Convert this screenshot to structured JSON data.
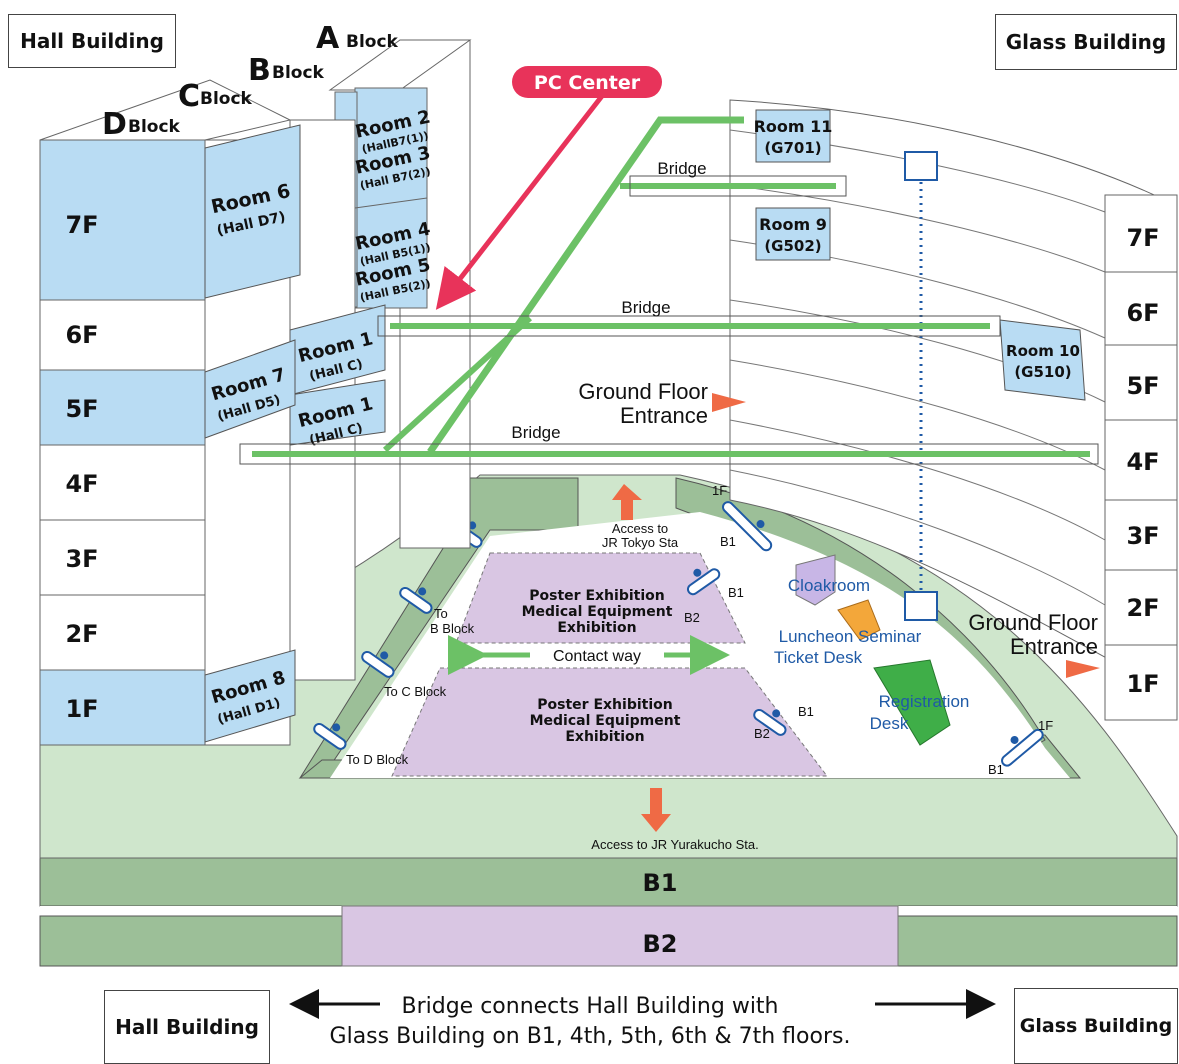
{
  "buildings": {
    "hall_top": "Hall Building",
    "glass_top": "Glass Building",
    "hall_bottom": "Hall Building",
    "glass_bottom": "Glass Building"
  },
  "blocks": [
    {
      "letter": "A",
      "word": "Block"
    },
    {
      "letter": "B",
      "word": "Block"
    },
    {
      "letter": "C",
      "word": "Block"
    },
    {
      "letter": "D",
      "word": "Block"
    }
  ],
  "pc_center": "PC Center",
  "hall_floors": [
    "7F",
    "6F",
    "5F",
    "4F",
    "3F",
    "2F",
    "1F"
  ],
  "glass_floors": [
    "7F",
    "6F",
    "5F",
    "4F",
    "3F",
    "2F",
    "1F"
  ],
  "basement": [
    "B1",
    "B2"
  ],
  "rooms": {
    "room2": {
      "name": "Room 2",
      "hall": "(HallB7(1))"
    },
    "room3": {
      "name": "Room 3",
      "hall": "(Hall B7(2))"
    },
    "room4": {
      "name": "Room 4",
      "hall": "(Hall B5(1))"
    },
    "room5": {
      "name": "Room 5",
      "hall": "(Hall B5(2))"
    },
    "room6": {
      "name": "Room 6",
      "hall": "(Hall D7)"
    },
    "room1a": {
      "name": "Room 1",
      "hall": "(Hall C)"
    },
    "room1b": {
      "name": "Room 1",
      "hall": "(Hall C)"
    },
    "room7": {
      "name": "Room 7",
      "hall": "(Hall D5)"
    },
    "room8": {
      "name": "Room 8",
      "hall": "(Hall D1)"
    },
    "room11": {
      "name": "Room 11",
      "hall": "(G701)"
    },
    "room9": {
      "name": "Room 9",
      "hall": "(G502)"
    },
    "room10": {
      "name": "Room 10",
      "hall": "(G510)"
    }
  },
  "bridges": [
    "Bridge",
    "Bridge",
    "Bridge"
  ],
  "entrance_upper": {
    "line1": "Ground Floor",
    "line2": "Entrance"
  },
  "entrance_lower": {
    "line1": "Ground Floor",
    "line2": "Entrance"
  },
  "access": {
    "tokyo_line1": "Access to",
    "tokyo_line2": "JR Tokyo Sta",
    "yurakucho": "Access to JR Yurakucho Sta."
  },
  "exhibition": {
    "upper": [
      "Poster Exhibition",
      "Medical Equipment",
      "Exhibition"
    ],
    "lower": [
      "Poster Exhibition",
      "Medical Equipment",
      "Exhibition"
    ],
    "contact_way": "Contact way"
  },
  "escalators": {
    "to_b_line1": "To",
    "to_b_line2": "B Block",
    "to_c": "To C Block",
    "to_d": "To D Block",
    "labels_1f": [
      "1F",
      "1F"
    ],
    "labels_b1": [
      "B1",
      "B1",
      "B1",
      "B1"
    ],
    "labels_b2": [
      "B2",
      "B2"
    ]
  },
  "facilities": {
    "cloakroom": "Cloakroom",
    "luncheon_line1": "Luncheon Seminar",
    "luncheon_line2": "Ticket Desk",
    "registration_line1": "Registration",
    "registration_line2": "Desk"
  },
  "legend": {
    "line1": "Bridge connects Hall Building with",
    "line2": "Glass Building on B1, 4th, 5th, 6th & 7th floors."
  },
  "colors": {
    "room_blue": "#b9dcf3",
    "bridge_green": "#6cc166",
    "floor_green": "#cfe6cc",
    "dark_green": "#9cbf98",
    "exhibit_purple": "#d9c6e3",
    "arrow_orange": "#ef6a45",
    "pc_red": "#e8335a",
    "label_blue": "#1f5aa6"
  }
}
